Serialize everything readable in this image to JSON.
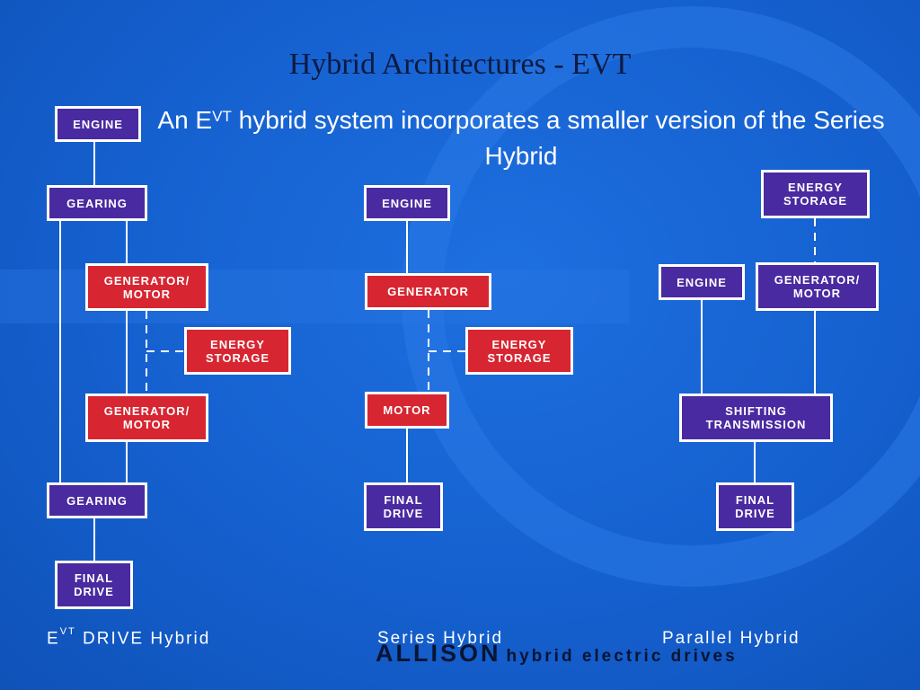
{
  "slide": {
    "title": "Hybrid Architectures - EVT",
    "subtitle_pre": "An E",
    "subtitle_sup": "VT",
    "subtitle_post": " hybrid system incorporates a smaller version of the Series Hybrid"
  },
  "diagrams": {
    "evt": {
      "label_base": "E",
      "label_sup": "VT",
      "label_rest": " DRIVE Hybrid",
      "engine": "Engine",
      "gearing_top": "Gearing",
      "gen_motor_top": "Generator/\nMotor",
      "energy_storage": "Energy\nStorage",
      "gen_motor_bottom": "Generator/\nMotor",
      "gearing_bottom": "Gearing",
      "final_drive": "Final\nDrive"
    },
    "series": {
      "label": "Series Hybrid",
      "engine": "Engine",
      "generator": "Generator",
      "energy_storage": "Energy\nStorage",
      "motor": "Motor",
      "final_drive": "Final\nDrive"
    },
    "parallel": {
      "label": "Parallel Hybrid",
      "energy_storage": "Energy\nStorage",
      "engine": "Engine",
      "gen_motor": "Generator/\nMotor",
      "shifting_transmission": "Shifting\nTransmission",
      "final_drive": "Final\nDrive"
    }
  },
  "brand": {
    "name": "ALLISON",
    "tagline": "hybrid electric drives"
  },
  "colors": {
    "background": "#1763d4",
    "mechanical_box": "#4a2aa0",
    "electrical_box": "#d72631",
    "title_text": "#0d1a40"
  }
}
